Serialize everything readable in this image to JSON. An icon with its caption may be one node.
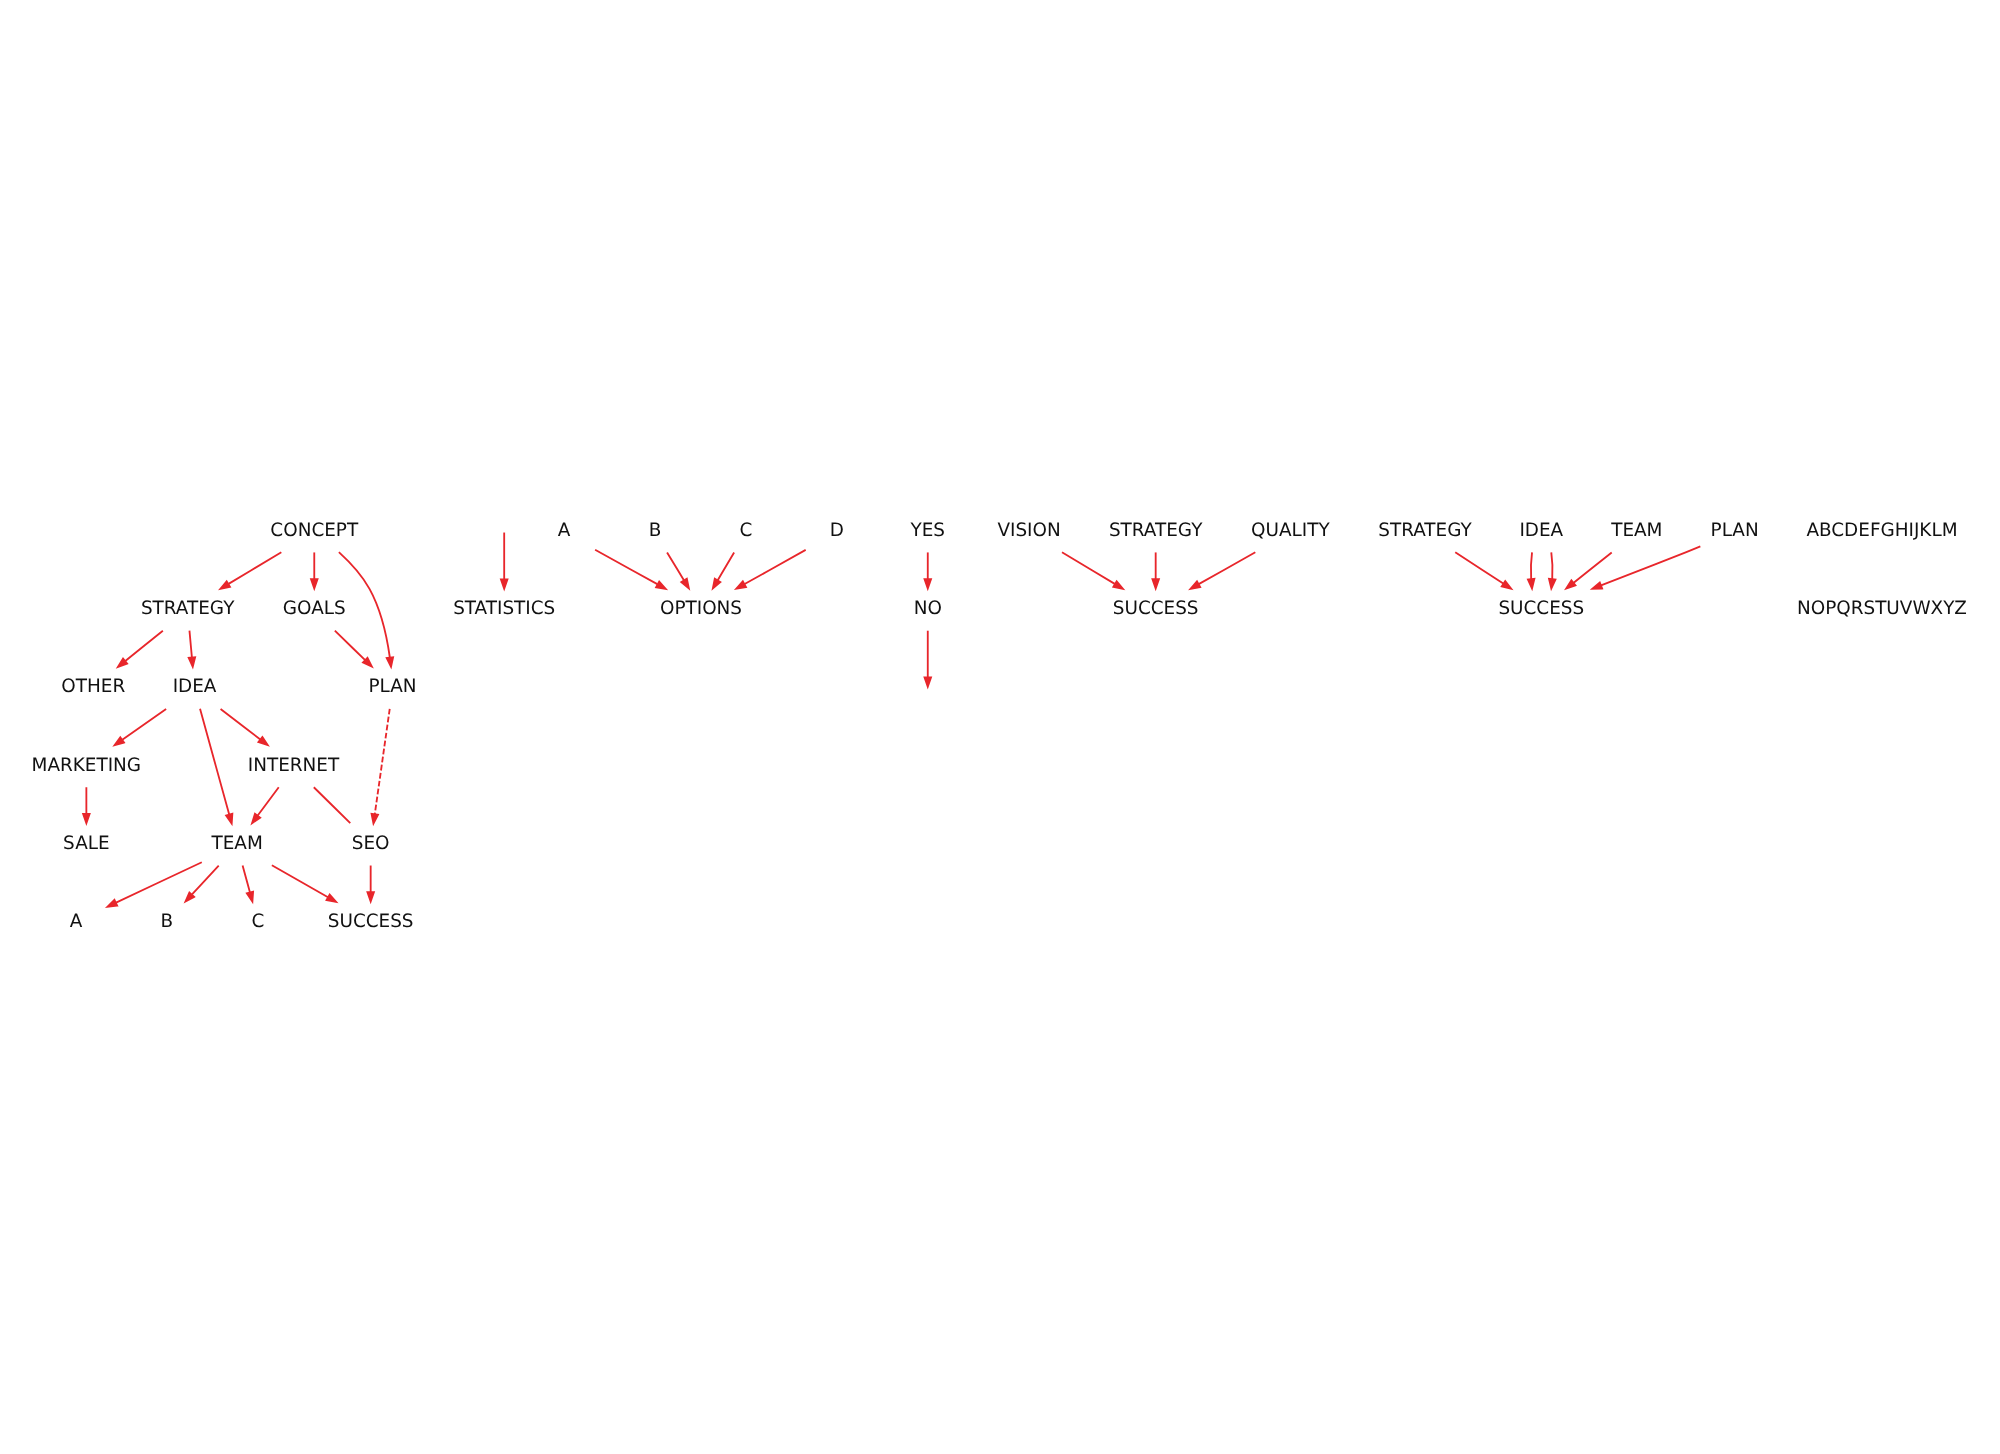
{
  "diagram": {
    "nodes": [
      {
        "text": [
          "OTHER"
        ]
      },
      {
        "text": [
          "MARKETING"
        ]
      },
      {
        "text": [
          "SALE"
        ]
      },
      {
        "text": [
          "A"
        ]
      },
      {
        "text": [
          "B"
        ]
      },
      {
        "text": [
          "STATISTICS"
        ]
      },
      {
        "text": [
          "A"
        ]
      },
      {
        "text": [
          "B"
        ]
      },
      {
        "text": [
          "OPTIONS"
        ]
      },
      {
        "text": [
          "IDEA"
        ]
      },
      {
        "text": [
          "TEAM"
        ]
      },
      {
        "text": [
          "C"
        ]
      },
      {
        "text": [
          "D"
        ]
      },
      {
        "text": [
          "STRATEGY"
        ]
      },
      {
        "text": [
          "C"
        ]
      },
      {
        "text": [
          "INTERNET"
        ]
      },
      {
        "text": [
          "SUCCESS"
        ]
      },
      {
        "text": [
          "NO"
        ]
      },
      {
        "text": [
          "CONCEPT"
        ]
      },
      {
        "text": [
          "YES"
        ]
      },
      {
        "text": [
          "GOALS"
        ]
      },
      {
        "text": [
          "PLAN"
        ]
      },
      {
        "text": [
          "SEO"
        ]
      },
      {
        "text": [
          "VISION"
        ]
      },
      {
        "text": [
          "STRATEGY"
        ]
      },
      {
        "text": [
          "QUALITY"
        ]
      },
      {
        "text": [
          "STRATEGY"
        ]
      },
      {
        "text": [
          "IDEA"
        ]
      },
      {
        "text": [
          "SUCCESS"
        ]
      },
      {
        "text": [
          "SUCCESS"
        ]
      },
      {
        "text": [
          "TEAM"
        ]
      },
      {
        "text": [
          "PLAN"
        ]
      }
    ],
    "edges": [
      {
        "from": 13,
        "to": 0,
        "arrow": "to"
      },
      {
        "from": 9,
        "to": 1,
        "arrow": "to"
      },
      {
        "from": 1,
        "to": 2,
        "arrow": "to"
      },
      {
        "from": 13,
        "to": 9,
        "arrow": "to"
      },
      {
        "from": 9,
        "to": 10,
        "arrow": "to"
      },
      {
        "from": 9,
        "to": 15,
        "arrow": "to"
      },
      {
        "from": 15,
        "to": 10,
        "arrow": "to"
      },
      {
        "from": 10,
        "to": 3,
        "arrow": "to"
      },
      {
        "from": 10,
        "to": 4,
        "arrow": "to"
      },
      {
        "from": 10,
        "to": 14,
        "arrow": "to"
      },
      {
        "from": 10,
        "to": 16,
        "arrow": "to"
      },
      {
        "from": 15,
        "to": 22,
        "arrow": "none"
      },
      {
        "from": 22,
        "to": 16,
        "arrow": "to"
      },
      {
        "from": null,
        "to": 5,
        "arrow": "to"
      },
      {
        "from": 6,
        "to": 8,
        "arrow": "to"
      },
      {
        "from": 7,
        "to": 8,
        "arrow": "to"
      },
      {
        "from": 11,
        "to": 8,
        "arrow": "to"
      },
      {
        "from": 12,
        "to": 8,
        "arrow": "to"
      },
      {
        "from": 19,
        "to": 17,
        "arrow": "to"
      },
      {
        "from": 17,
        "to": null,
        "arrow": "to"
      },
      {
        "from": 18,
        "to": 13,
        "arrow": "to"
      },
      {
        "from": 18,
        "to": 20,
        "arrow": "to"
      },
      {
        "from": 18,
        "to": 21,
        "arrow": "to"
      },
      {
        "from": 20,
        "to": 21,
        "arrow": "to"
      },
      {
        "from": 21,
        "to": 22,
        "arrow": "to",
        "style": "dashed"
      },
      {
        "from": 23,
        "to": 29,
        "arrow": "to"
      },
      {
        "from": 24,
        "to": 29,
        "arrow": "to"
      },
      {
        "from": 25,
        "to": 29,
        "arrow": "to"
      },
      {
        "from": 26,
        "to": 28,
        "arrow": "to"
      },
      {
        "from": 27,
        "to": 28,
        "arrow": "to"
      },
      {
        "from": 27,
        "to": 28,
        "arrow": "to"
      },
      {
        "from": 30,
        "to": 28,
        "arrow": "to"
      },
      {
        "from": 31,
        "to": 28,
        "arrow": "to"
      }
    ],
    "labels": [
      "ABCDEFGHIJKLM",
      "NOPQRSTUVWXYZ"
    ]
  }
}
